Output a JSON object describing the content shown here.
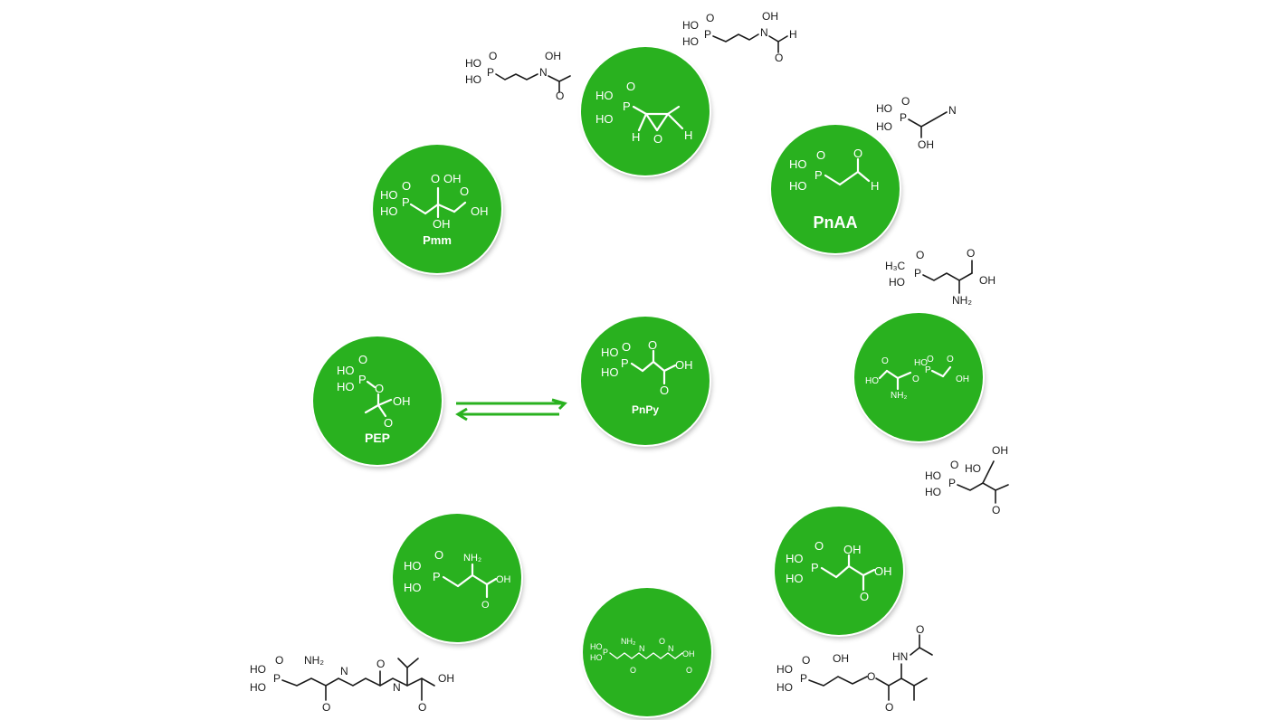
{
  "diagram": {
    "colors": {
      "circle_fill": "#29b11f",
      "arrow": "#29b11f",
      "structure_ink": "#1a1a1a"
    },
    "center": {
      "name": "PnPy"
    },
    "equilibrium": {
      "from": "PEP",
      "to": "PnPy"
    },
    "nodes": [
      {
        "id": "pep",
        "name": "PEP"
      },
      {
        "id": "pmm",
        "name": "Pmm"
      },
      {
        "id": "epoxide",
        "name": ""
      },
      {
        "id": "pnaa",
        "name": "PnAA"
      },
      {
        "id": "serine-ester",
        "name": ""
      },
      {
        "id": "hydroxy-acid",
        "name": ""
      },
      {
        "id": "tripeptide",
        "name": ""
      },
      {
        "id": "amino-acid",
        "name": ""
      }
    ],
    "atom_labels": {
      "ho": "HO",
      "oh": "OH",
      "p": "P",
      "o": "O",
      "h": "H",
      "n": "N",
      "nh2": "NH₂",
      "h3c": "H₃C",
      "hn": "HN"
    }
  }
}
